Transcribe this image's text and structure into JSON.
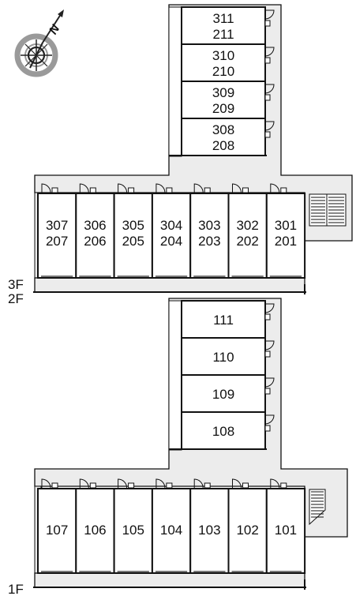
{
  "compass": {
    "north_label": "N",
    "icon": "compass-rose-icon"
  },
  "colors": {
    "corridor": "#ececec",
    "wall": "#111111",
    "unit": "#ffffff",
    "compass_gray": "#9a9a9a"
  },
  "upper_block": {
    "floor_labels": [
      "3F",
      "2F"
    ],
    "wing_units": [
      {
        "top": "311",
        "bottom": "211"
      },
      {
        "top": "310",
        "bottom": "210"
      },
      {
        "top": "309",
        "bottom": "209"
      },
      {
        "top": "308",
        "bottom": "208"
      }
    ],
    "row_units": [
      {
        "top": "307",
        "bottom": "207"
      },
      {
        "top": "306",
        "bottom": "206"
      },
      {
        "top": "305",
        "bottom": "205"
      },
      {
        "top": "304",
        "bottom": "204"
      },
      {
        "top": "303",
        "bottom": "203"
      },
      {
        "top": "302",
        "bottom": "202"
      },
      {
        "top": "301",
        "bottom": "201"
      }
    ]
  },
  "lower_block": {
    "floor_label": "1F",
    "wing_units": [
      "111",
      "110",
      "109",
      "108"
    ],
    "row_units": [
      "107",
      "106",
      "105",
      "104",
      "103",
      "102",
      "101"
    ]
  }
}
